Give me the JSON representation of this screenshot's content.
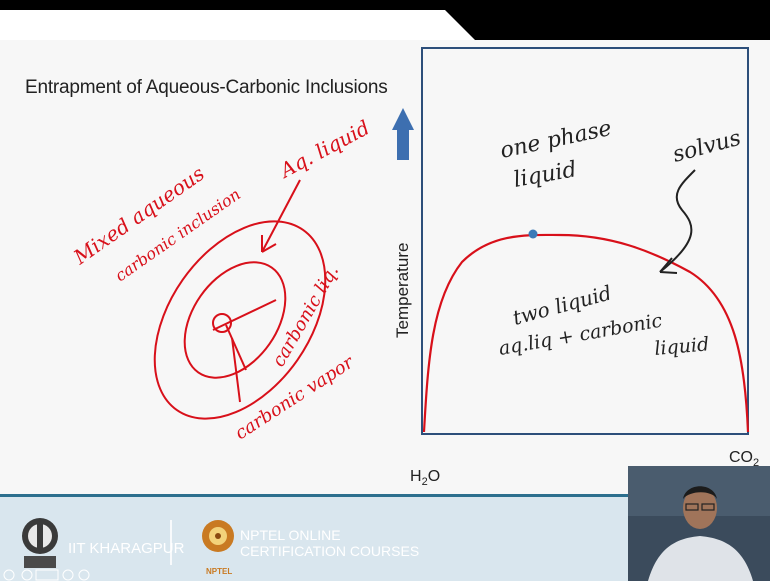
{
  "slide": {
    "title": "Entrapment of Aqueous-Carbonic Inclusions"
  },
  "diagram": {
    "y_axis_label": "Temperature",
    "x_left_label_main": "H",
    "x_left_label_sub": "2",
    "x_left_label_tail": "O",
    "x_right_label_main": "CO",
    "x_right_label_sub": "2",
    "handwritten": {
      "one_phase_line1": "one phase",
      "one_phase_line2": "liquid",
      "solvus": "solvus",
      "two_liquid_line1": "two liquid",
      "two_liquid_line2": "aq.liq + carbonic",
      "two_liquid_line3": "liquid",
      "mixed_line1": "Mixed aqueous",
      "mixed_line2": "carbonic inclusion",
      "aq_liquid": "Aq. liquid",
      "carbonic_liq": "carbonic liq.",
      "carbonic_vapor": "carbonic vapor"
    },
    "colors": {
      "ink": "#d8101a",
      "box": "#2d4f7a",
      "arrow": "#3d6fb0",
      "point": "#3a7ab8"
    }
  },
  "footer": {
    "iit": "IIT KHARAGPUR",
    "nptel_line1": "NPTEL ONLINE",
    "nptel_line2": "CERTIFICATION COURSES",
    "nptel_small": "NPTEL"
  }
}
